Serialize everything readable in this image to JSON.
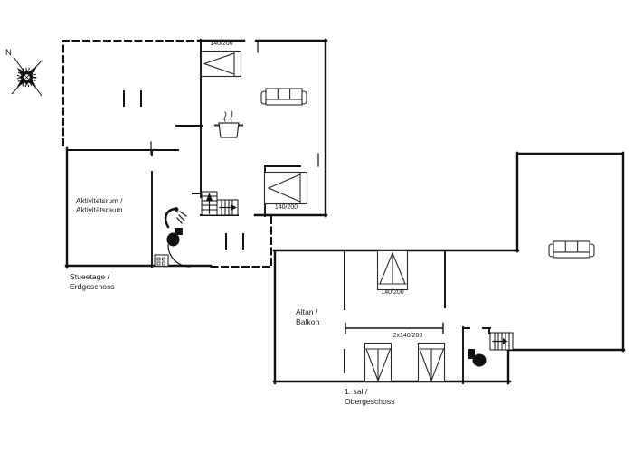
{
  "compass": {
    "north": "N"
  },
  "ground_floor": {
    "floor_label": "Stueetage /\nErdgeschoss",
    "activity_room": "Aktivitetsrum /\nAktivitätsraum",
    "bed_top_size": "140/200",
    "bed_right_size": "140/200"
  },
  "upper_floor": {
    "floor_label": "1. sal /\nObergeschoss",
    "balcony": "Altan /\nBalkon",
    "bed_single_size": "140/200",
    "bed_double_size": "2x140/200"
  },
  "colors": {
    "wall": "#111111",
    "background": "#ffffff",
    "furniture": "#2a2a2a"
  }
}
